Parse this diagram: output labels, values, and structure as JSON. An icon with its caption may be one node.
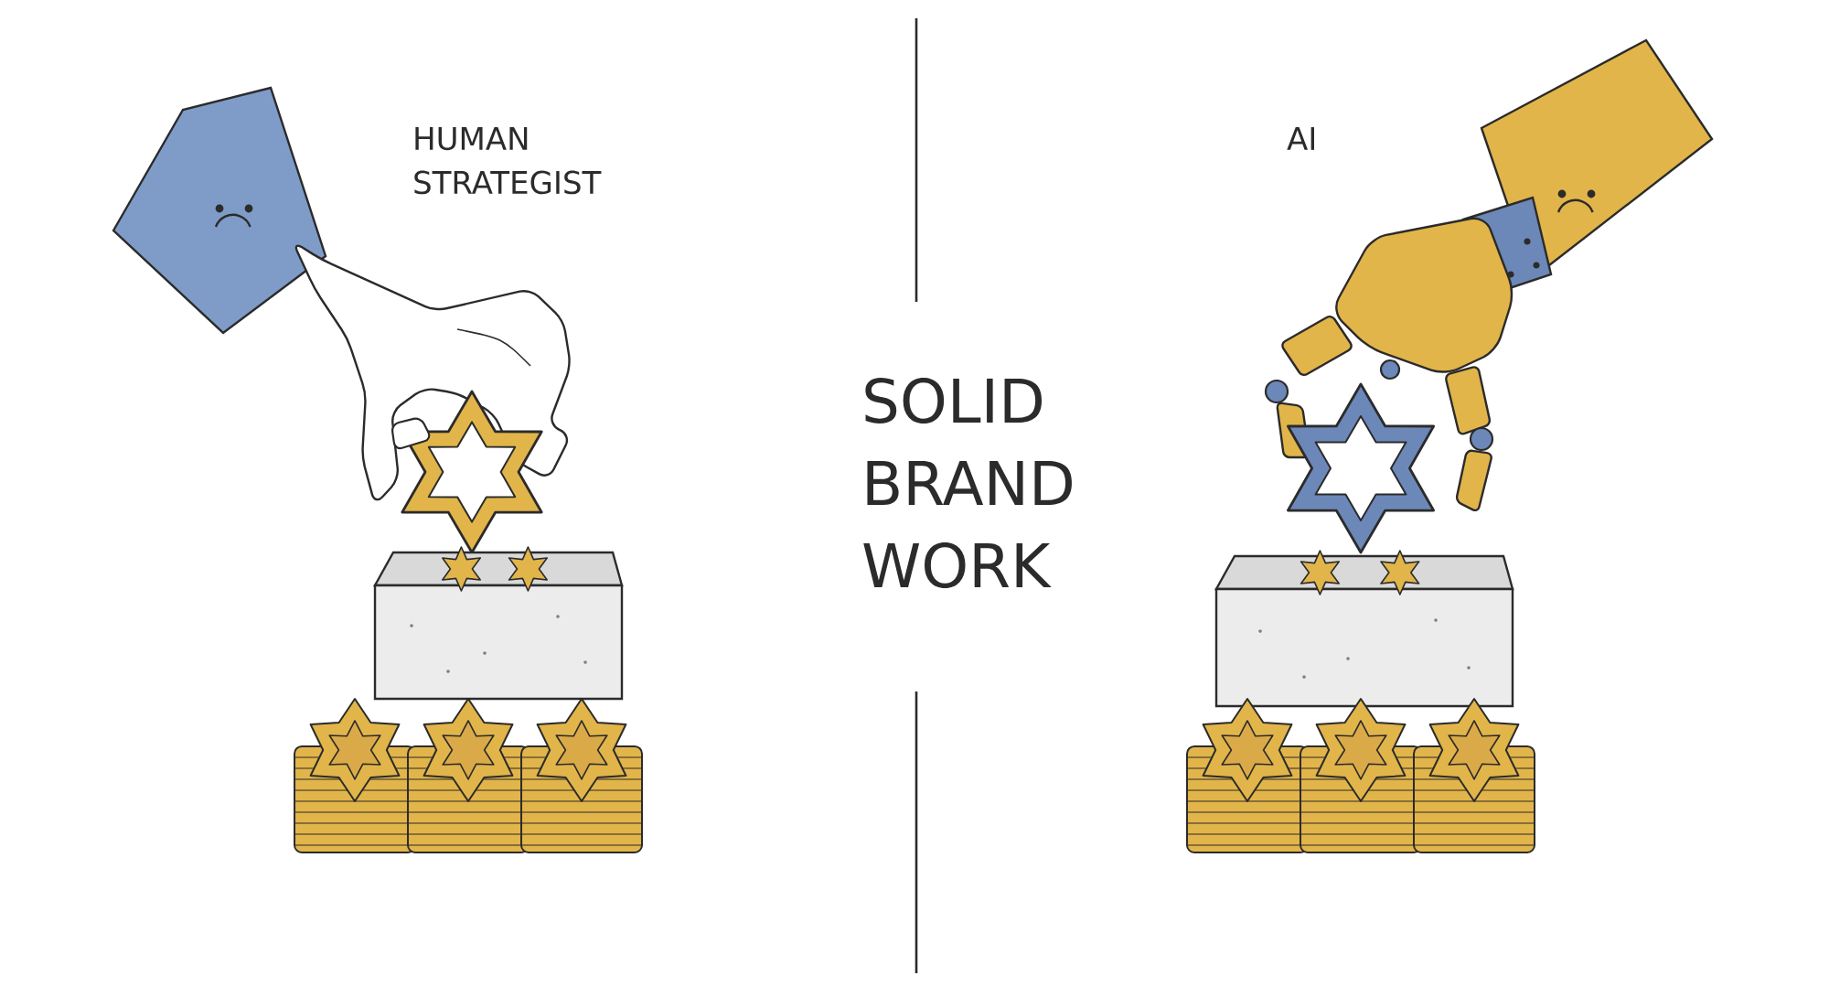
{
  "diagram": {
    "labels": [
      "HUMAN STRATEGIST",
      "AI",
      "SOLID BRAND WORK"
    ]
  }
}
